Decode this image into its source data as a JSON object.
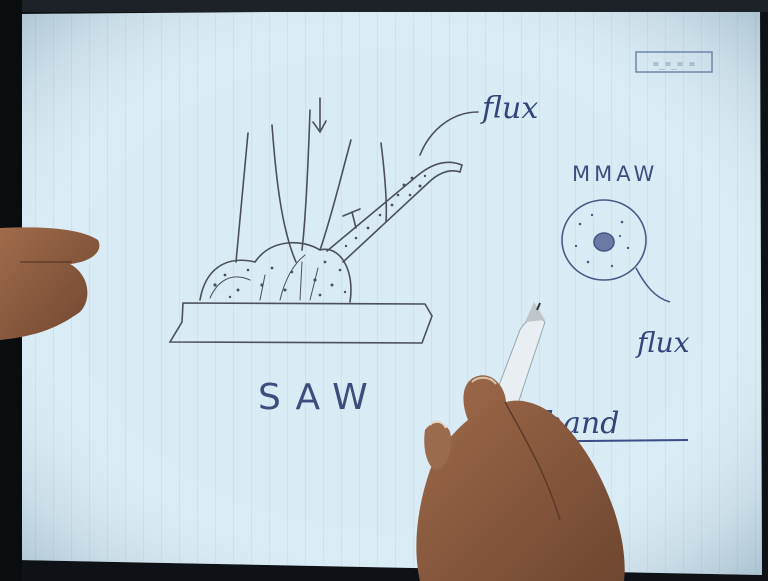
{
  "image": {
    "description_free": true,
    "colors": {
      "paper": "#d9ecf6",
      "grid": "#b9d6ec",
      "ink_pencil": "#4a4f5a",
      "ink_blue": "#3a4c86",
      "skin": "#8a5a3e",
      "pen_body": "#e8eef2",
      "background": "#0e1216"
    },
    "annotations": {
      "flux_top": "flux",
      "mmaw": "MMAW",
      "flux_right": "flux",
      "saw": "SAW",
      "by_hand": "by hand",
      "stamp": "=_=_= ="
    }
  }
}
